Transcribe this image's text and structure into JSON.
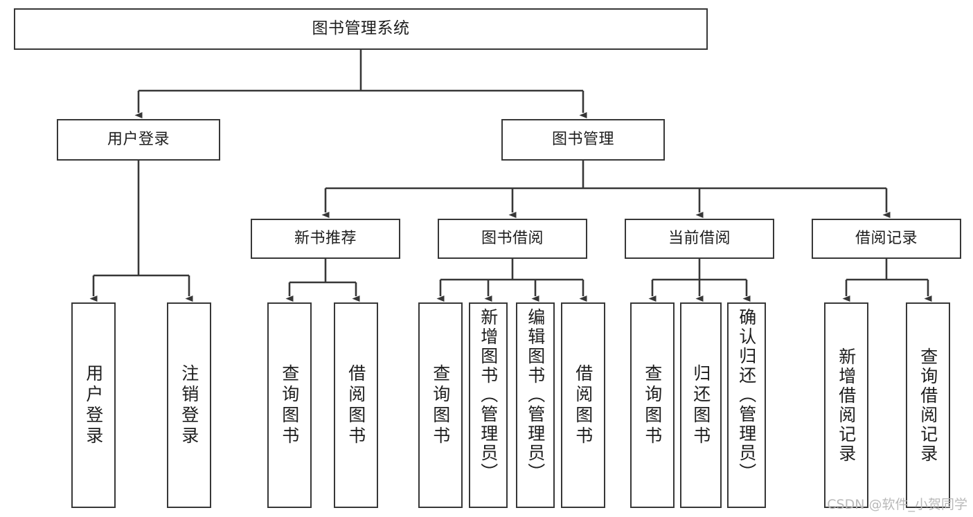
{
  "diagram": {
    "title": "图书管理系统",
    "type": "tree-hierarchy-chart",
    "root": {
      "label": "图书管理系统"
    },
    "level2": [
      {
        "label": "用户登录"
      },
      {
        "label": "图书管理"
      }
    ],
    "level3": [
      {
        "label": "新书推荐"
      },
      {
        "label": "图书借阅"
      },
      {
        "label": "当前借阅"
      },
      {
        "label": "借阅记录"
      }
    ],
    "leaves": {
      "user_login": [
        {
          "label": "用户登录"
        },
        {
          "label": "注销登录"
        }
      ],
      "new_book_recommend": [
        {
          "label": "查询图书"
        },
        {
          "label": "借阅图书"
        }
      ],
      "book_borrow": [
        {
          "label": "查询图书"
        },
        {
          "label": "新增图书（管理员）"
        },
        {
          "label": "编辑图书（管理员）"
        },
        {
          "label": "借阅图书"
        }
      ],
      "current_borrow": [
        {
          "label": "查询图书"
        },
        {
          "label": "归还图书"
        },
        {
          "label": "确认归还（管理员）"
        }
      ],
      "borrow_record": [
        {
          "label": "新增借阅记录"
        },
        {
          "label": "查询借阅记录"
        }
      ]
    }
  },
  "watermark": {
    "text": "CSDN @软件_小贺同学"
  },
  "colors": {
    "stroke": "#373737",
    "background": "#ffffff",
    "text": "#1d1d1d",
    "watermark": "#b9b9b9"
  }
}
